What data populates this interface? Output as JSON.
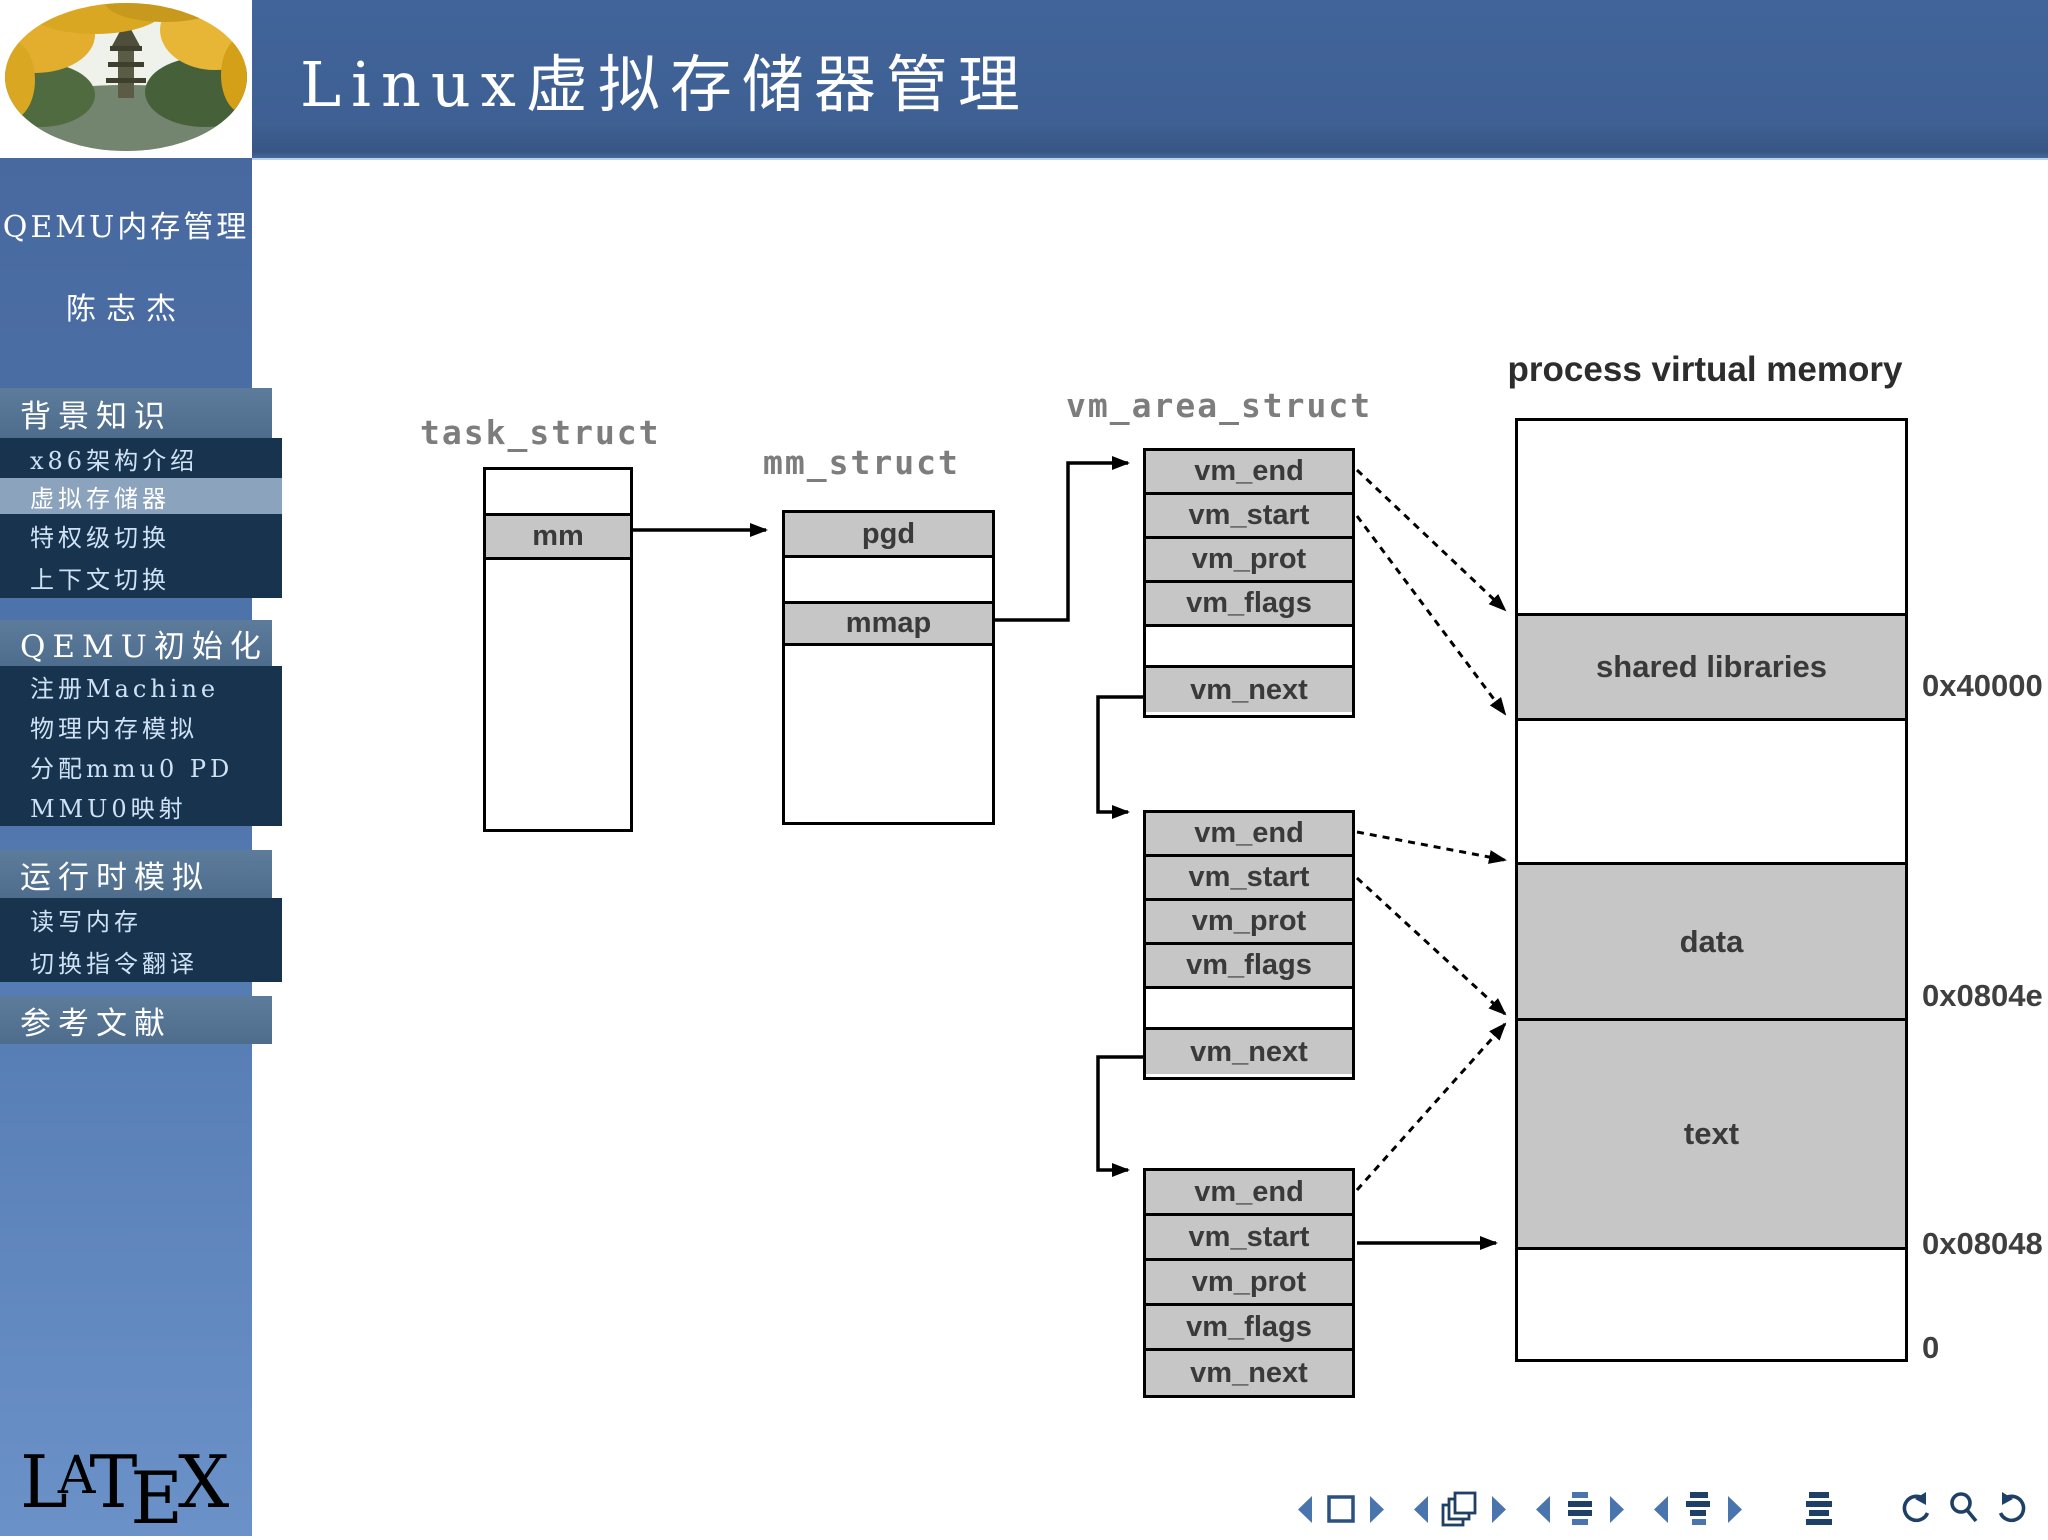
{
  "header": {
    "title": "Linux虚拟存储器管理"
  },
  "sidebar": {
    "presentation_title": "QEMU内存管理",
    "author": "陈志杰",
    "sections": [
      {
        "label": "背景知识"
      },
      {
        "label": "QEMU初始化"
      },
      {
        "label": "运行时模拟"
      },
      {
        "label": "参考文献"
      }
    ],
    "items": {
      "bg1": "x86架构介绍",
      "bg2": "虚拟存储器",
      "bg3": "特权级切换",
      "bg4": "上下文切换",
      "q1": "注册Machine",
      "q2": "物理内存模拟",
      "q3": "分配mmu0 PD",
      "q4": "MMU0映射",
      "r1": "读写内存",
      "r2": "切换指令翻译"
    },
    "active_item": "虚拟存储器",
    "logo": {
      "L": "L",
      "A": "A",
      "T": "T",
      "E": "E",
      "X": "X"
    }
  },
  "diagram": {
    "task_struct": {
      "title": "task_struct",
      "mm": "mm"
    },
    "mm_struct": {
      "title": "mm_struct",
      "pgd": "pgd",
      "mmap": "mmap"
    },
    "vm_area": {
      "title": "vm_area_struct",
      "fields": {
        "end": "vm_end",
        "start": "vm_start",
        "prot": "vm_prot",
        "flags": "vm_flags",
        "next": "vm_next"
      },
      "node_count": 3
    },
    "memory": {
      "title": "process virtual memory",
      "regions": {
        "shared": "shared libraries",
        "data": "data",
        "text": "text"
      },
      "addresses": {
        "shared_base": "0x40000",
        "data_base": "0x0804e",
        "text_base": "0x08048",
        "zero": "0"
      }
    }
  },
  "navbar": {
    "icons": [
      "prev-slide-arrow",
      "slide",
      "next-slide-arrow",
      "prev-frame-arrow",
      "frame",
      "next-frame-arrow",
      "prev-subsection-arrow",
      "subsection",
      "next-subsection-arrow",
      "prev-section-arrow",
      "section",
      "next-section-arrow",
      "presentation",
      "back",
      "find",
      "forward"
    ]
  },
  "colors": {
    "header_bg": "#3F6295",
    "sidebar_item_bg": "#17334E",
    "sidebar_section_bg": "#52718F",
    "sidebar_active_bg": "#8BA3BD",
    "box_gray": "#C6C6C6",
    "nav_blue": "#4A74AD",
    "nav_navy": "#1E3F66"
  }
}
